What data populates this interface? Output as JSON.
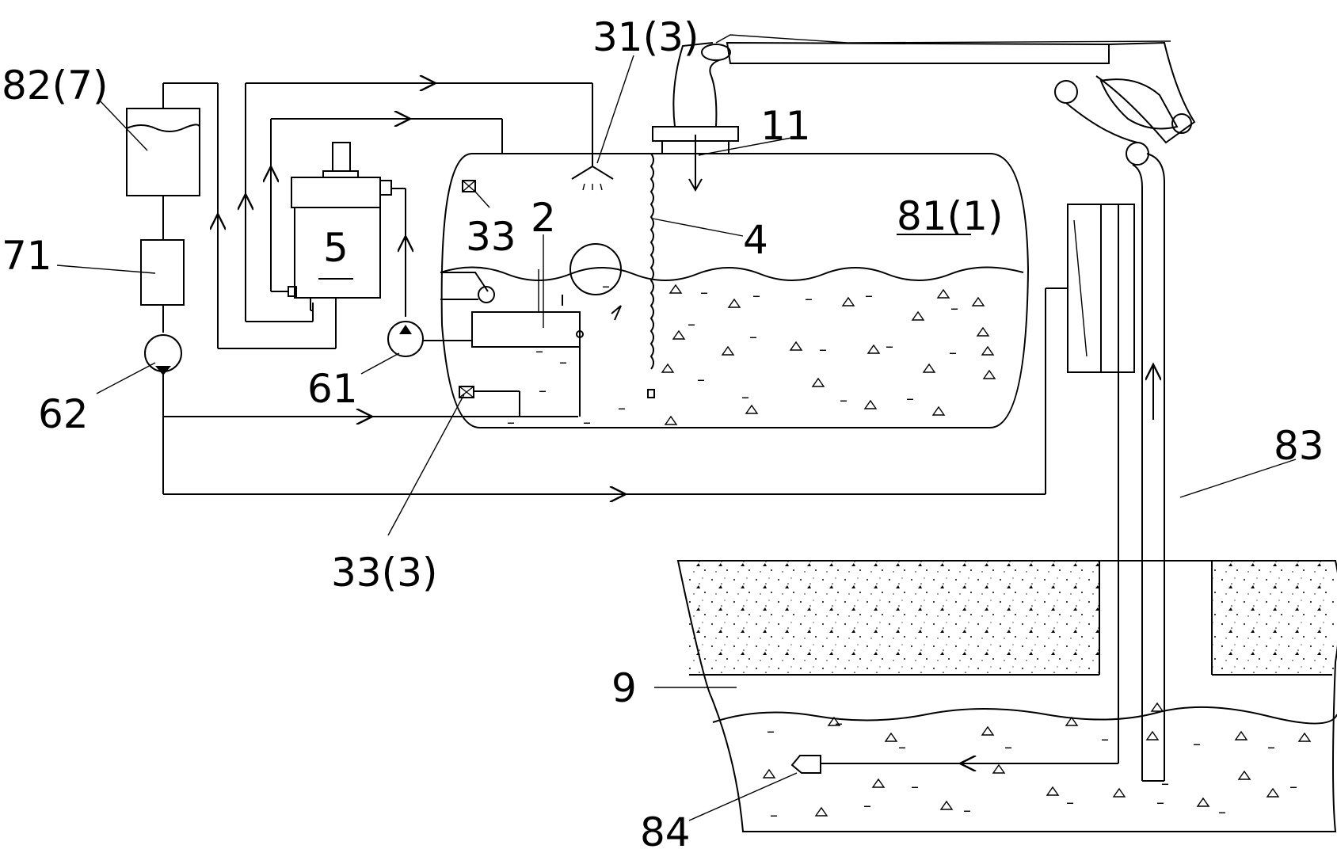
{
  "labels": {
    "reservoir_top_left": "82(7)",
    "filter": "71",
    "pump_left": "62",
    "sprayer": "31(3)",
    "nozzle_inlet": "11",
    "tank": "81(1)",
    "partition": "4",
    "float": "2",
    "sensor_upper": "33",
    "heater": "5",
    "pump_mid": "61",
    "sensor_lower": "33(3)",
    "riser_pipe": "83",
    "ground": "9",
    "suction_head": "84"
  },
  "colors": {
    "stroke": "#000000",
    "background": "#ffffff"
  }
}
